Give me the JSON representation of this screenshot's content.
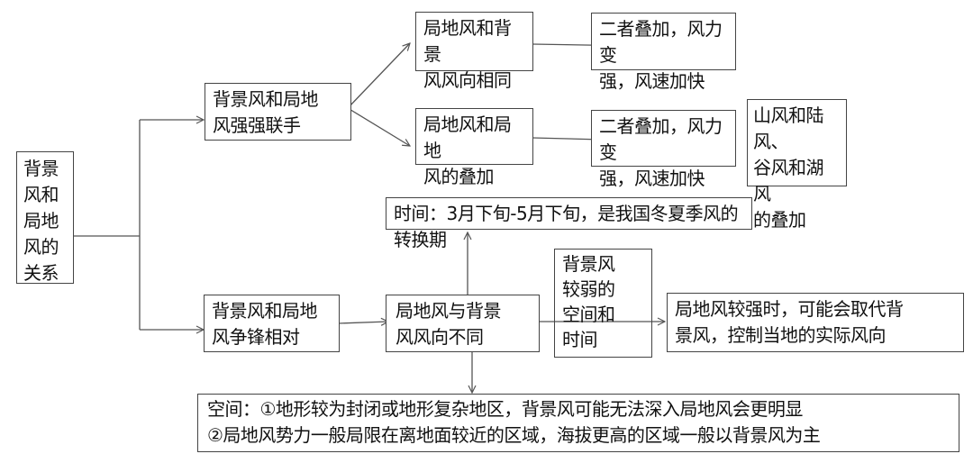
{
  "root": {
    "text": "背景\n风和\n局地\n风的\n关系"
  },
  "branch_cooperate": {
    "text": "背景风和局地\n风强强联手",
    "children": [
      {
        "text": "局地风和背景\n风风向相同",
        "result": "二者叠加，风力变\n强，风速加快"
      },
      {
        "text": "局地风和局地\n风的叠加",
        "result": "二者叠加，风力变\n强，风速加快"
      }
    ],
    "note": "山风和陆风、\n谷风和湖风\n的叠加"
  },
  "branch_oppose": {
    "text": "背景风和局地\n风争锋相对",
    "child": "局地风与背景\n风风向不同",
    "condition": "背景风\n较弱的\n空间和\n时间",
    "result": "局地风较强时，可能会取代背\n景风，控制当地的实际风向",
    "time": "时间：3月下旬-5月下旬，是我国冬夏季风的转换期",
    "space": "空间：①地形较为封闭或地形复杂地区，背景风可能无法深入局地风会更明显\n②局地风势力一般局限在离地面较近的区域，海拔更高的区域一般以背景风为主"
  }
}
